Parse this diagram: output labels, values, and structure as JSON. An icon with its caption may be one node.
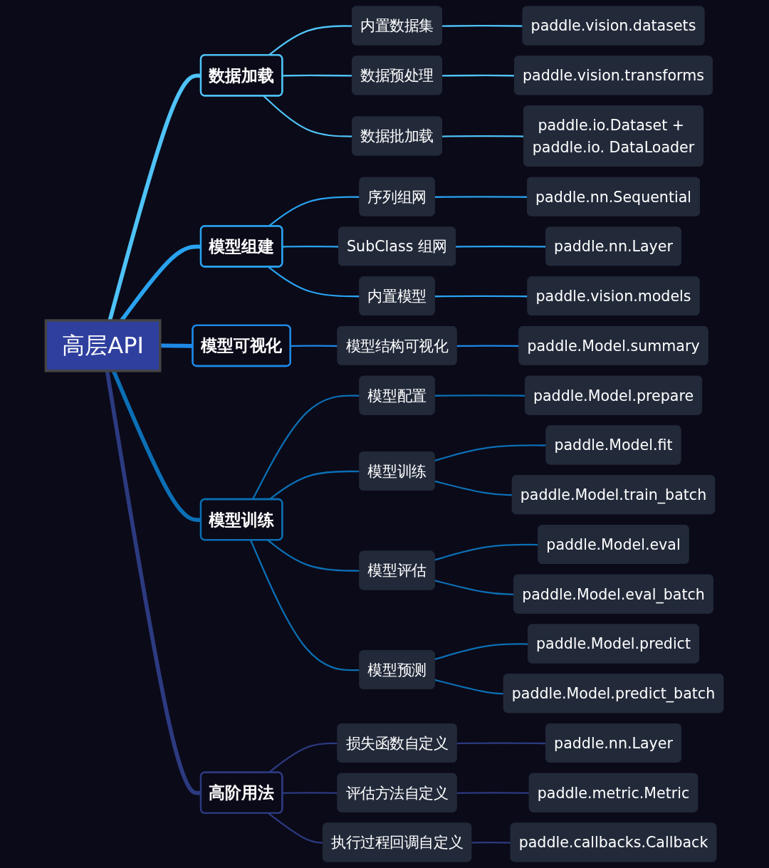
{
  "diagram": {
    "nodes": [
      {
        "text": [
          "高层API"
        ]
      },
      {
        "text": [
          "数据加载"
        ]
      },
      {
        "text": [
          "内置数据集"
        ]
      },
      {
        "text": [
          "paddle.vision.datasets"
        ]
      },
      {
        "text": [
          "数据预处理"
        ]
      },
      {
        "text": [
          "paddle.vision.transforms"
        ]
      },
      {
        "text": [
          "数据批加载"
        ]
      },
      {
        "text": [
          "paddle.io.Dataset + paddle.io. DataLoader"
        ]
      },
      {
        "text": [
          "模型组建"
        ]
      },
      {
        "text": [
          "序列组网"
        ]
      },
      {
        "text": [
          "paddle.nn.Sequential"
        ]
      },
      {
        "text": [
          "SubClass 组网"
        ]
      },
      {
        "text": [
          "paddle.nn.Layer"
        ]
      },
      {
        "text": [
          "内置模型"
        ]
      },
      {
        "text": [
          "paddle.vision.models"
        ]
      },
      {
        "text": [
          "模型可视化"
        ]
      },
      {
        "text": [
          "模型结构可视化"
        ]
      },
      {
        "text": [
          "paddle.Model.summary"
        ]
      },
      {
        "text": [
          "模型训练"
        ]
      },
      {
        "text": [
          "模型配置"
        ]
      },
      {
        "text": [
          "paddle.Model.prepare"
        ]
      },
      {
        "text": [
          "模型训练"
        ]
      },
      {
        "text": [
          "paddle.Model.fit"
        ]
      },
      {
        "text": [
          "paddle.Model.train_batch"
        ]
      },
      {
        "text": [
          "模型评估"
        ]
      },
      {
        "text": [
          "paddle.Model.eval"
        ]
      },
      {
        "text": [
          "paddle.Model.eval_batch"
        ]
      },
      {
        "text": [
          "模型预测"
        ]
      },
      {
        "text": [
          "paddle.Model.predict"
        ]
      },
      {
        "text": [
          "paddle.Model.predict_batch"
        ]
      },
      {
        "text": [
          "高阶用法"
        ]
      },
      {
        "text": [
          "损失函数自定义"
        ]
      },
      {
        "text": [
          "paddle.nn.Layer"
        ]
      },
      {
        "text": [
          "评估方法自定义"
        ]
      },
      {
        "text": [
          "paddle.metric.Metric"
        ]
      },
      {
        "text": [
          "执行过程回调自定义"
        ]
      },
      {
        "text": [
          "paddle.callbacks.Callback"
        ]
      }
    ],
    "edges": [
      {
        "from": 0,
        "to": 1,
        "arrow": "none",
        "style": "thick",
        "color": "#4fc3f7"
      },
      {
        "from": 1,
        "to": 2,
        "arrow": "none",
        "color": "#4fc3f7"
      },
      {
        "from": 2,
        "to": 3,
        "arrow": "none",
        "color": "#4fc3f7"
      },
      {
        "from": 1,
        "to": 4,
        "arrow": "none",
        "color": "#4fc3f7"
      },
      {
        "from": 4,
        "to": 5,
        "arrow": "none",
        "color": "#4fc3f7"
      },
      {
        "from": 1,
        "to": 6,
        "arrow": "none",
        "color": "#4fc3f7"
      },
      {
        "from": 6,
        "to": 7,
        "arrow": "none",
        "color": "#4fc3f7"
      },
      {
        "from": 0,
        "to": 8,
        "arrow": "none",
        "style": "thick",
        "color": "#29a3f0"
      },
      {
        "from": 8,
        "to": 9,
        "arrow": "none",
        "color": "#29a3f0"
      },
      {
        "from": 9,
        "to": 10,
        "arrow": "none",
        "color": "#29a3f0"
      },
      {
        "from": 8,
        "to": 11,
        "arrow": "none",
        "color": "#29a3f0"
      },
      {
        "from": 11,
        "to": 12,
        "arrow": "none",
        "color": "#29a3f0"
      },
      {
        "from": 8,
        "to": 13,
        "arrow": "none",
        "color": "#29a3f0"
      },
      {
        "from": 13,
        "to": 14,
        "arrow": "none",
        "color": "#29a3f0"
      },
      {
        "from": 0,
        "to": 15,
        "arrow": "none",
        "style": "thick",
        "color": "#1e88e5"
      },
      {
        "from": 15,
        "to": 16,
        "arrow": "none",
        "color": "#1e88e5"
      },
      {
        "from": 16,
        "to": 17,
        "arrow": "none",
        "color": "#1e88e5"
      },
      {
        "from": 0,
        "to": 18,
        "arrow": "none",
        "style": "thick",
        "color": "#0b6fb5"
      },
      {
        "from": 18,
        "to": 19,
        "arrow": "none",
        "color": "#0b6fb5"
      },
      {
        "from": 19,
        "to": 20,
        "arrow": "none",
        "color": "#0b6fb5"
      },
      {
        "from": 18,
        "to": 21,
        "arrow": "none",
        "color": "#0b6fb5"
      },
      {
        "from": 21,
        "to": 22,
        "arrow": "none",
        "color": "#0b6fb5"
      },
      {
        "from": 21,
        "to": 23,
        "arrow": "none",
        "color": "#0b6fb5"
      },
      {
        "from": 18,
        "to": 24,
        "arrow": "none",
        "color": "#0b6fb5"
      },
      {
        "from": 24,
        "to": 25,
        "arrow": "none",
        "color": "#0b6fb5"
      },
      {
        "from": 24,
        "to": 26,
        "arrow": "none",
        "color": "#0b6fb5"
      },
      {
        "from": 18,
        "to": 27,
        "arrow": "none",
        "color": "#0b6fb5"
      },
      {
        "from": 27,
        "to": 28,
        "arrow": "none",
        "color": "#0b6fb5"
      },
      {
        "from": 27,
        "to": 29,
        "arrow": "none",
        "color": "#0b6fb5"
      },
      {
        "from": 0,
        "to": 30,
        "arrow": "none",
        "style": "thick",
        "color": "#2c3a80"
      },
      {
        "from": 30,
        "to": 31,
        "arrow": "none",
        "color": "#2c3a80"
      },
      {
        "from": 31,
        "to": 32,
        "arrow": "none",
        "color": "#2c3a80"
      },
      {
        "from": 30,
        "to": 33,
        "arrow": "none",
        "color": "#2c3a80"
      },
      {
        "from": 33,
        "to": 34,
        "arrow": "none",
        "color": "#2c3a80"
      },
      {
        "from": 30,
        "to": 35,
        "arrow": "none",
        "color": "#2c3a80"
      },
      {
        "from": 35,
        "to": 36,
        "arrow": "none",
        "color": "#2c3a80"
      }
    ]
  }
}
